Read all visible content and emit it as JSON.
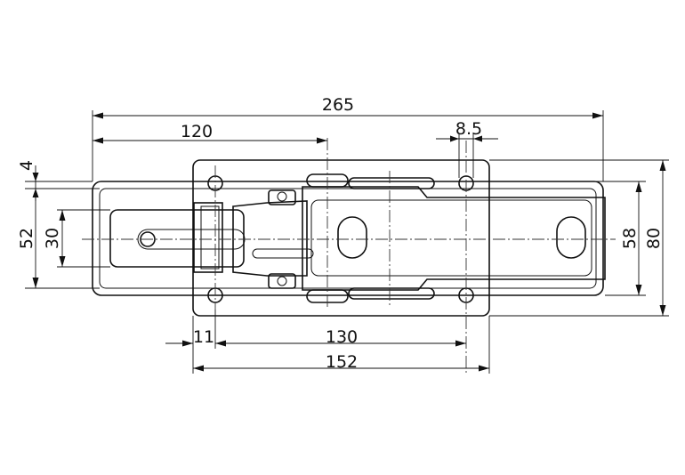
{
  "dimensions": {
    "overall_length": "265",
    "pivot_offset": "120",
    "hole_diameter": "8.5",
    "thickness": "4",
    "latch_height": "52",
    "slot_height": "30",
    "plate_inner": "58",
    "plate_height": "80",
    "edge_offset": "11",
    "hole_spacing": "130",
    "plate_length": "152"
  }
}
